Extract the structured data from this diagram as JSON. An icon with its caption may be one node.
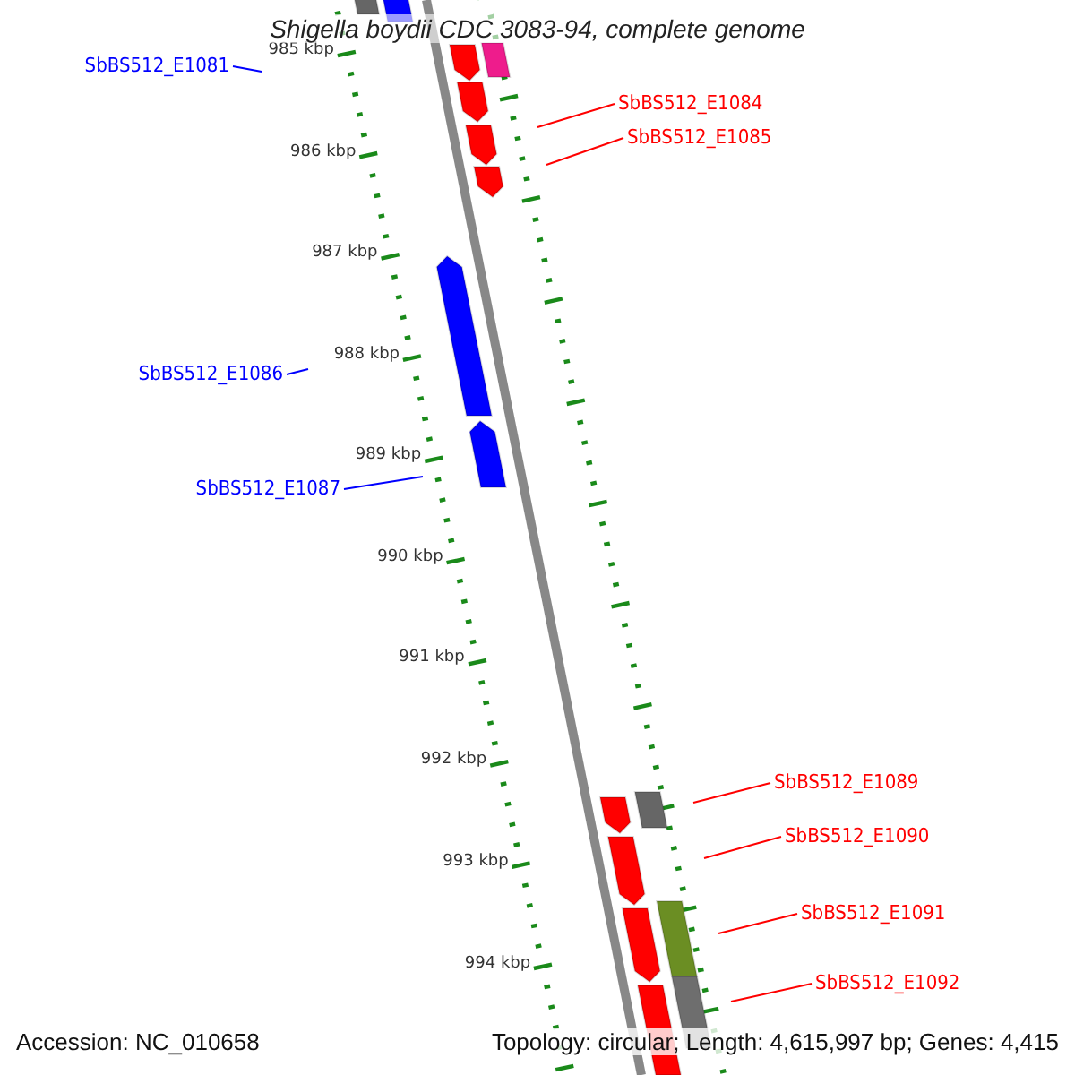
{
  "diagram": {
    "title": "Shigella boydii CDC 3083-94, complete genome",
    "nodes": [
      {
        "text": [
          "SbBS512_E1081"
        ]
      },
      {
        "text": [
          "SbBS512_E1084"
        ]
      },
      {
        "text": [
          "SbBS512_E1085"
        ]
      },
      {
        "text": [
          "SbBS512_E1086"
        ]
      },
      {
        "text": [
          "SbBS512_E1087"
        ]
      },
      {
        "text": [
          "SbBS512_E1089"
        ]
      },
      {
        "text": [
          "SbBS512_E1090"
        ]
      },
      {
        "text": [
          "SbBS512_E1091"
        ]
      },
      {
        "text": [
          "SbBS512_E1092"
        ]
      }
    ],
    "edges": [
      {
        "from": 0,
        "to": null,
        "arrow": "none",
        "color": "#0000ff"
      },
      {
        "from": 1,
        "to": null,
        "arrow": "none"
      },
      {
        "from": 2,
        "to": null,
        "arrow": "none"
      },
      {
        "from": 3,
        "to": null,
        "arrow": "none",
        "color": "#0000ff"
      },
      {
        "from": 4,
        "to": null,
        "arrow": "none",
        "color": "#0000ff"
      },
      {
        "from": 5,
        "to": null,
        "arrow": "none"
      },
      {
        "from": 6,
        "to": null,
        "arrow": "none"
      },
      {
        "from": 7,
        "to": null,
        "arrow": "none"
      },
      {
        "from": 8,
        "to": null,
        "arrow": "none"
      }
    ],
    "labels": [
      "985 kbp",
      "986 kbp",
      "987 kbp",
      "988 kbp",
      "989 kbp",
      "990 kbp",
      "991 kbp",
      "992 kbp",
      "993 kbp",
      "994 kbp",
      "Accession: NC_010658",
      "Topology: circular; Length: 4,615,997 bp; Genes: 4,415"
    ]
  }
}
